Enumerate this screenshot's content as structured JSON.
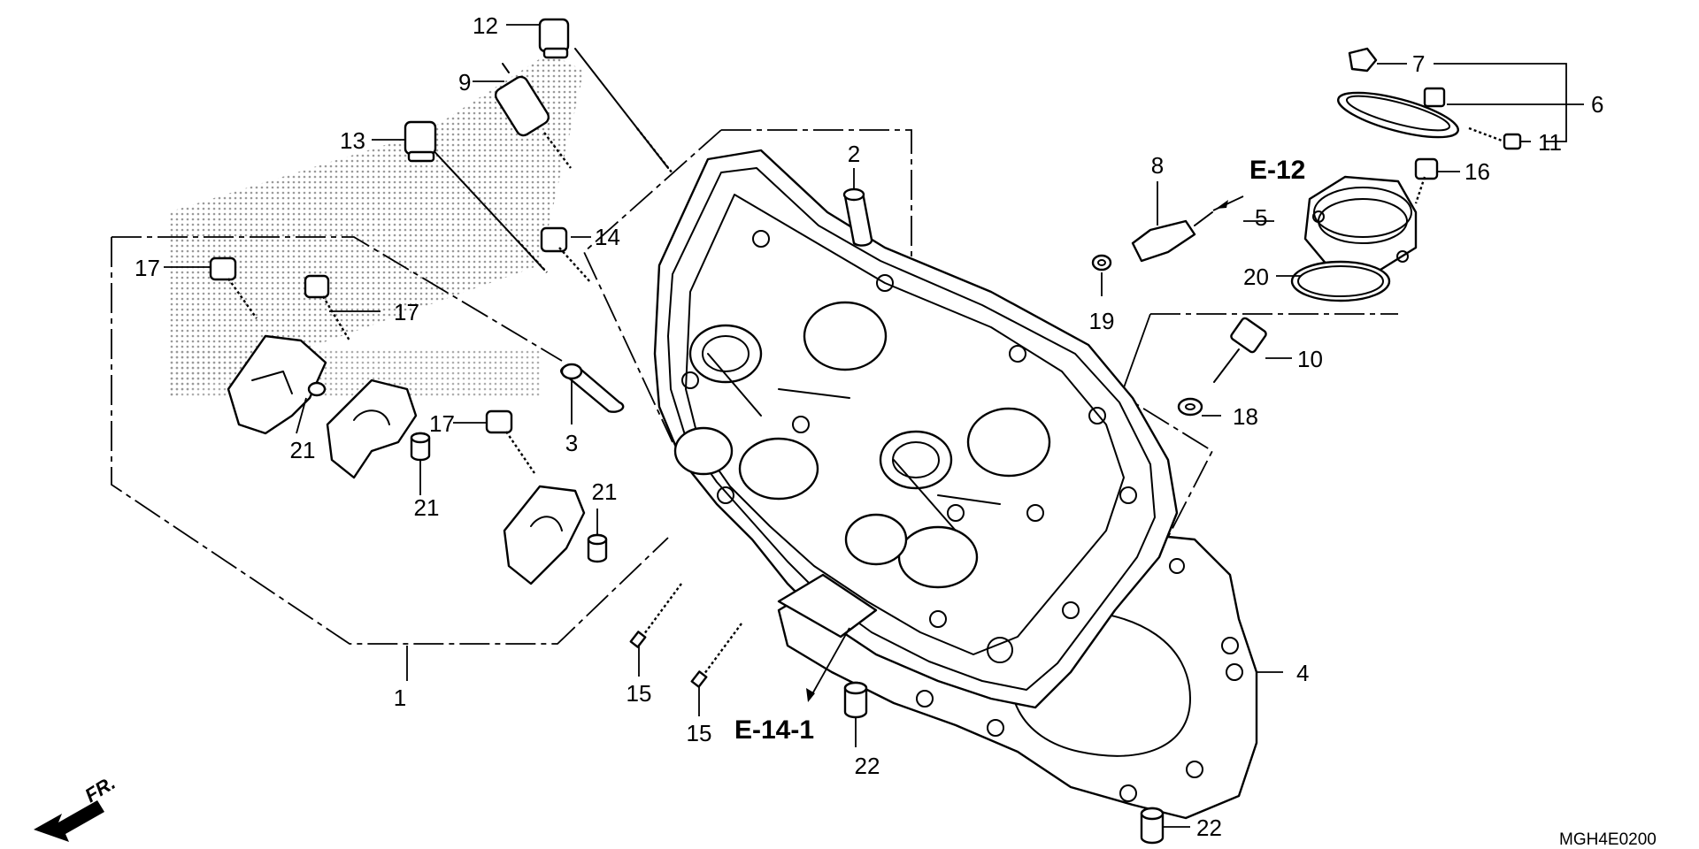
{
  "diagram_code": "MGH4E0200",
  "direction_label": "FR.",
  "references": {
    "ref_e12": "E-12",
    "ref_e141": "E-14-1"
  },
  "callouts": [
    {
      "id": "c1",
      "text": "1"
    },
    {
      "id": "c2",
      "text": "2"
    },
    {
      "id": "c3",
      "text": "3"
    },
    {
      "id": "c4",
      "text": "4"
    },
    {
      "id": "c5",
      "text": "5"
    },
    {
      "id": "c6",
      "text": "6"
    },
    {
      "id": "c7",
      "text": "7"
    },
    {
      "id": "c8",
      "text": "8"
    },
    {
      "id": "c9",
      "text": "9"
    },
    {
      "id": "c10",
      "text": "10"
    },
    {
      "id": "c11",
      "text": "11"
    },
    {
      "id": "c12",
      "text": "12"
    },
    {
      "id": "c13",
      "text": "13"
    },
    {
      "id": "c14",
      "text": "14"
    },
    {
      "id": "c15a",
      "text": "15"
    },
    {
      "id": "c15b",
      "text": "15"
    },
    {
      "id": "c16",
      "text": "16"
    },
    {
      "id": "c17a",
      "text": "17"
    },
    {
      "id": "c17b",
      "text": "17"
    },
    {
      "id": "c17c",
      "text": "17"
    },
    {
      "id": "c18",
      "text": "18"
    },
    {
      "id": "c19",
      "text": "19"
    },
    {
      "id": "c20",
      "text": "20"
    },
    {
      "id": "c21a",
      "text": "21"
    },
    {
      "id": "c21b",
      "text": "21"
    },
    {
      "id": "c21c",
      "text": "21"
    },
    {
      "id": "c22a",
      "text": "22"
    },
    {
      "id": "c22b",
      "text": "22"
    }
  ],
  "colors": {
    "ink": "#000000",
    "paper": "#ffffff",
    "shading": "#9a9a9a"
  }
}
